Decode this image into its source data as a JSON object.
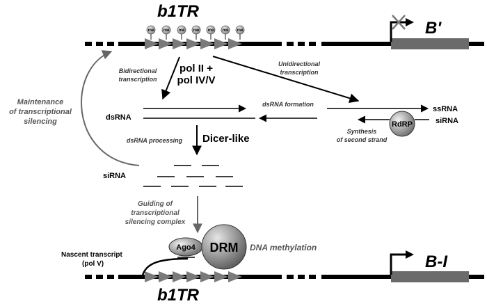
{
  "title_top": "b1TR",
  "title_bottom": "b1TR",
  "gene_top": "B'",
  "gene_bottom": "B-I",
  "methyl_mark": "me",
  "polymerase_line1": "pol II +",
  "polymerase_line2": "pol IV/V",
  "bidirectional_line1": "Bidirectional",
  "bidirectional_line2": "transcription",
  "unidirectional_line1": "Unidirectional",
  "unidirectional_line2": "transcription",
  "maintenance_line1": "Maintenance",
  "maintenance_line2": "of transcriptional",
  "maintenance_line3": "silencing",
  "dsrna_label": "dsRNA",
  "dsrna_formation": "dsRNA formation",
  "ssrna_label": "ssRNA",
  "sirna_right_label": "siRNA",
  "rdrp_label": "RdRP",
  "synthesis_line1": "Synthesis",
  "synthesis_line2": "of second strand",
  "dsrna_processing": "dsRNA processing",
  "dicer_label": "Dicer-like",
  "sirna_left_label": "siRNA",
  "guiding_line1": "Guiding of",
  "guiding_line2": "transcriptional",
  "guiding_line3": "silencing complex",
  "ago4_label": "Ago4",
  "drm_label": "DRM",
  "dna_methylation": "DNA methylation",
  "nascent_line1": "Nascent transcript",
  "nascent_line2": "(pol V)",
  "colors": {
    "dna": "#000000",
    "gene_box": "#6b6b6b",
    "repeat_arrow": "#7a7a7a",
    "methyl_ball": "#a8a8a8",
    "loop_arrow": "#666666"
  }
}
